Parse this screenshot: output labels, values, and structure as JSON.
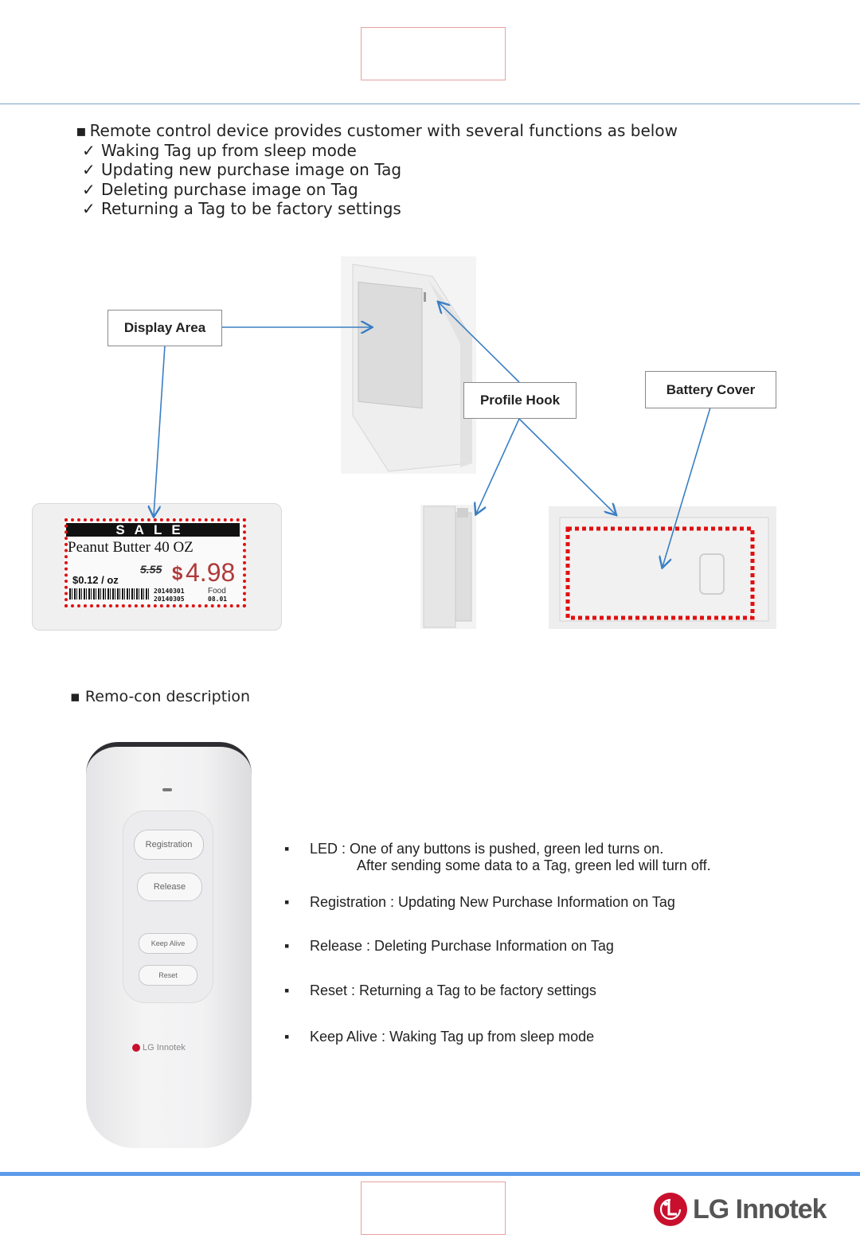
{
  "intro": {
    "heading": "Remote control device provides customer with several functions as below",
    "items": [
      "Waking Tag up from sleep mode",
      "Updating new purchase image on Tag",
      "Deleting purchase image on Tag",
      "Returning a Tag to be factory settings"
    ]
  },
  "callouts": {
    "display_area": "Display Area",
    "profile_hook": "Profile Hook",
    "battery_cover": "Battery Cover"
  },
  "tag_screen": {
    "banner": "SALE",
    "product": "Peanut Butter 40 OZ",
    "old_price": "5.55",
    "currency": "$",
    "price": "4.98",
    "unit_price": "$0.12 / oz",
    "date1": "20140301",
    "date2": "20140305",
    "category": "Food",
    "code": "08.01"
  },
  "remote": {
    "buttons": [
      "Registration",
      "Release",
      "Keep Alive",
      "Reset"
    ],
    "brand": "LG Innotek"
  },
  "section2": {
    "heading": "Remo-con description"
  },
  "descriptions": [
    {
      "text": "LED : One of any buttons is pushed, green led  turns on.",
      "sub": "After sending some data to a Tag, green led will turn off."
    },
    {
      "text": "Registration : Updating New Purchase Information on Tag"
    },
    {
      "text": "Release : Deleting Purchase Information on Tag"
    },
    {
      "text": "Reset : Returning a Tag to be factory settings"
    },
    {
      "text": "Keep Alive : Waking Tag up from sleep mode"
    }
  ],
  "footer": {
    "logo_text": "LG Innotek"
  },
  "colors": {
    "accent": "#5b9bea",
    "arrow": "#3a7fc4",
    "dash": "#e01010",
    "price": "#b03a3a",
    "logo_red": "#c8102e"
  }
}
